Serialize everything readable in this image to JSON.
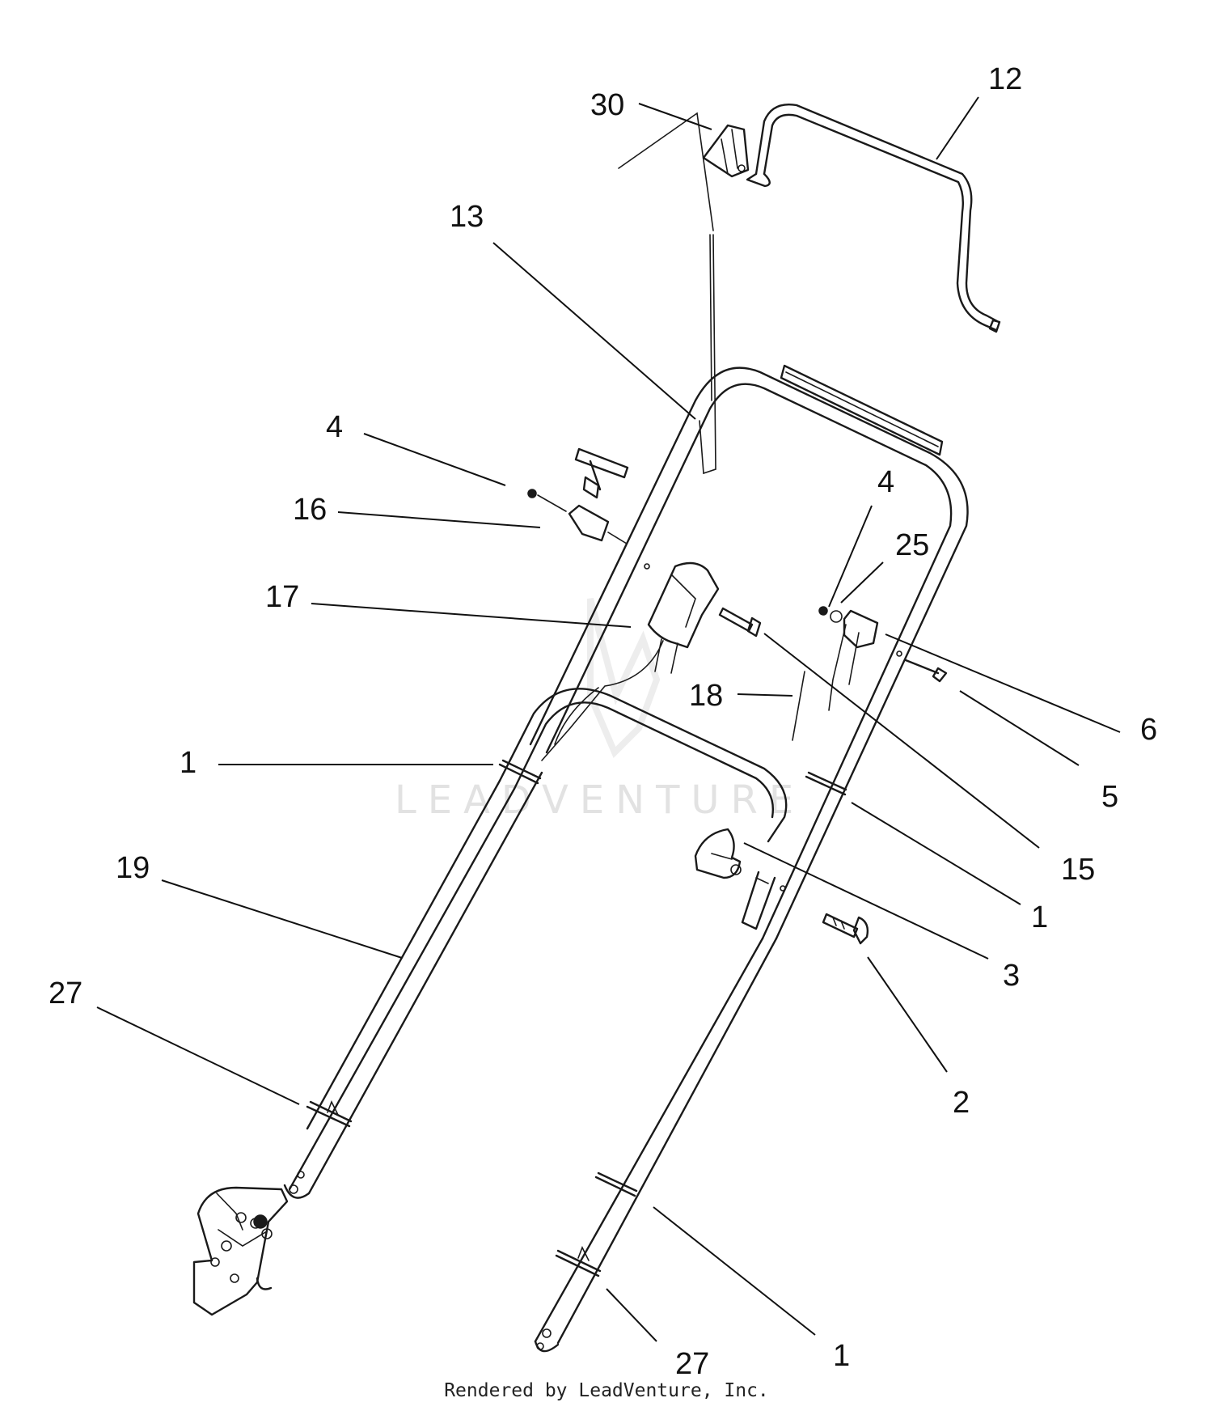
{
  "diagram": {
    "callouts": [
      "30",
      "12",
      "13",
      "4",
      "16",
      "4",
      "25",
      "17",
      "18",
      "6",
      "1",
      "5",
      "15",
      "19",
      "1",
      "3",
      "27",
      "2",
      "27",
      "1"
    ],
    "watermark": "LEADVENTURE",
    "footer": "Rendered by LeadVenture, Inc."
  }
}
